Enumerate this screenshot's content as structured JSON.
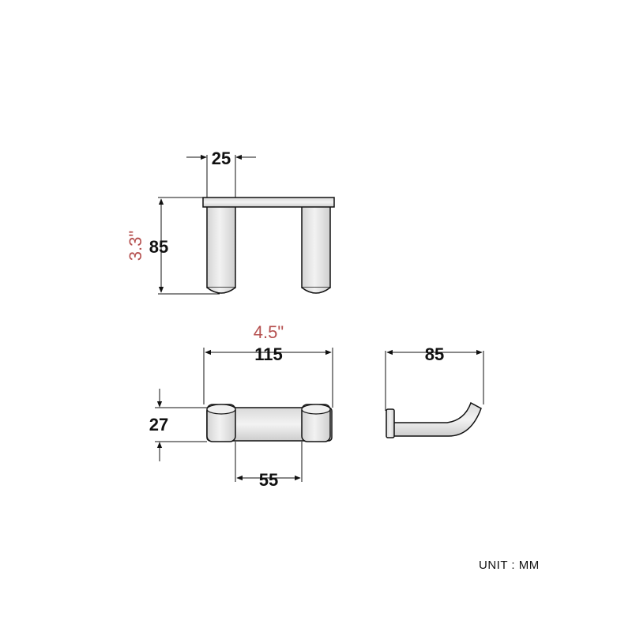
{
  "dimensions": {
    "top_view_width": "25",
    "top_view_height": "85",
    "top_view_height_inch": "3.3\"",
    "front_view_length": "115",
    "front_view_length_inch": "4.5\"",
    "front_view_height": "27",
    "front_view_spacing": "55",
    "side_view_projection": "85"
  },
  "unit_label": "UNIT : MM",
  "colors": {
    "line": "#111111",
    "imperial_text": "#b5504f",
    "part_fill": "#e8e8e8"
  }
}
